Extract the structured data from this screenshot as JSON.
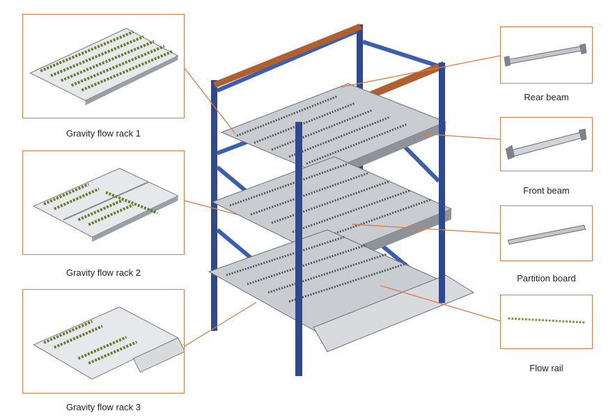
{
  "parts_left": [
    {
      "id": "rack1",
      "caption": "Gravity flow rack 1"
    },
    {
      "id": "rack2",
      "caption": "Gravity flow rack 2"
    },
    {
      "id": "rack3",
      "caption": "Gravity flow rack 3"
    }
  ],
  "parts_right": [
    {
      "id": "rear_beam",
      "caption": "Rear beam"
    },
    {
      "id": "front_beam",
      "caption": "Front beam"
    },
    {
      "id": "partition_board",
      "caption": "Partition board"
    },
    {
      "id": "flow_rail",
      "caption": "Flow rail"
    }
  ],
  "colors": {
    "leader": "#e07a45",
    "upright": "#2e4a8c",
    "brace": "#3a5fae",
    "top_beam": "#b06030",
    "steel": "#9aa0a8",
    "roller": "#b8c040"
  }
}
